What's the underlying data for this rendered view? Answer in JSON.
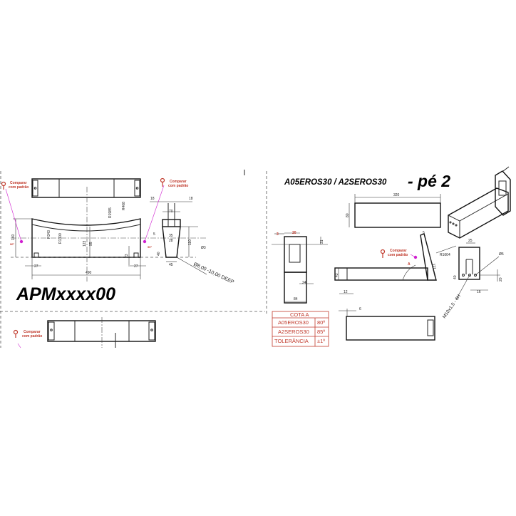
{
  "left_drawing": {
    "part_code": "APMxxxx00",
    "compare_label_line1": "Comparar",
    "compare_label_line2": "com padrão",
    "angle_mark": "90°",
    "dims": {
      "height_140": "140",
      "left_27": "27",
      "right_27": "27",
      "width_490": "490",
      "h_123": "123",
      "h_95": "95",
      "h_23": "23",
      "r_343": "R343",
      "r_1300": "R1300",
      "r_1985": "R1985",
      "r_408": "R408",
      "side_18a": "18",
      "side_18b": "18",
      "side_70": "70",
      "side_35": "35",
      "side_28": "28",
      "side_5": "5",
      "side_110": "110",
      "side_40": "40",
      "side_45": "45",
      "side_d3": "Ø3",
      "hole_note": "Ø8,00 -10,00 DEEP"
    }
  },
  "right_drawing": {
    "title": "A05EROS30 / A2SEROS30",
    "title_suffix": "- pé 2",
    "compare_label_line1": "Comparar",
    "compare_label_line2": "com padrão",
    "angle_label": "A",
    "dims": {
      "w_320": "320",
      "h_80": "80",
      "red_3": "3",
      "red_20": "20",
      "d_31": "31",
      "d_24": "24",
      "d_84": "84",
      "d_43": "43",
      "d_12": "12",
      "d_5": "5",
      "d_121": "121",
      "r_1604": "R1604",
      "d_25": "25",
      "d_phi5": "Ø5",
      "d_40": "40",
      "d_20": "20",
      "d_16": "16",
      "thread": "M10x1,5 - 6H",
      "d_6": "6"
    },
    "table": {
      "header": "COTA A",
      "rows": [
        {
          "label": "A05EROS30",
          "value": "80º"
        },
        {
          "label": "A2SEROS30",
          "value": "85º"
        },
        {
          "label": "TOLERÂNCIA",
          "value": "±1º"
        }
      ]
    }
  },
  "colors": {
    "annotation_red": "#c0392b",
    "marker_magenta": "#d020d0",
    "line": "#222222"
  }
}
